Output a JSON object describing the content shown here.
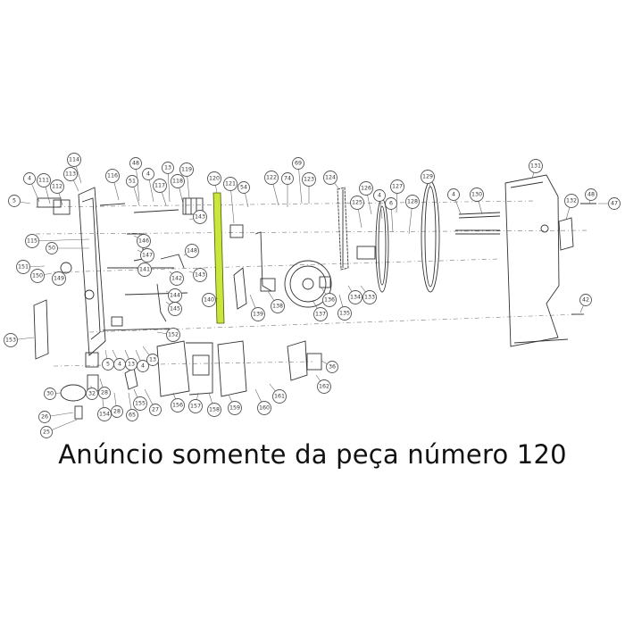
{
  "caption": "Anúncio somente da peça número 120",
  "colors": {
    "highlight": "#c8e63c",
    "ink": "#333333",
    "background": "#ffffff"
  },
  "highlighted_part": "120",
  "callouts": [
    {
      "label": "114"
    },
    {
      "label": "4"
    },
    {
      "label": "111"
    },
    {
      "label": "112"
    },
    {
      "label": "113"
    },
    {
      "label": "5"
    },
    {
      "label": "116"
    },
    {
      "label": "48"
    },
    {
      "label": "51"
    },
    {
      "label": "4"
    },
    {
      "label": "117"
    },
    {
      "label": "13"
    },
    {
      "label": "118"
    },
    {
      "label": "119"
    },
    {
      "label": "120"
    },
    {
      "label": "121"
    },
    {
      "label": "54"
    },
    {
      "label": "122"
    },
    {
      "label": "74"
    },
    {
      "label": "69"
    },
    {
      "label": "123"
    },
    {
      "label": "124"
    },
    {
      "label": "125"
    },
    {
      "label": "126"
    },
    {
      "label": "4"
    },
    {
      "label": "127"
    },
    {
      "label": "6"
    },
    {
      "label": "128"
    },
    {
      "label": "129"
    },
    {
      "label": "4"
    },
    {
      "label": "130"
    },
    {
      "label": "131"
    },
    {
      "label": "132"
    },
    {
      "label": "48"
    },
    {
      "label": "47"
    },
    {
      "label": "115"
    },
    {
      "label": "50"
    },
    {
      "label": "143"
    },
    {
      "label": "151"
    },
    {
      "label": "150"
    },
    {
      "label": "149"
    },
    {
      "label": "148"
    },
    {
      "label": "147"
    },
    {
      "label": "146"
    },
    {
      "label": "145"
    },
    {
      "label": "144"
    },
    {
      "label": "143"
    },
    {
      "label": "142"
    },
    {
      "label": "141"
    },
    {
      "label": "140"
    },
    {
      "label": "139"
    },
    {
      "label": "138"
    },
    {
      "label": "137"
    },
    {
      "label": "136"
    },
    {
      "label": "135"
    },
    {
      "label": "134"
    },
    {
      "label": "133"
    },
    {
      "label": "42"
    },
    {
      "label": "153"
    },
    {
      "label": "152"
    },
    {
      "label": "5"
    },
    {
      "label": "4"
    },
    {
      "label": "13"
    },
    {
      "label": "4"
    },
    {
      "label": "13"
    },
    {
      "label": "36"
    },
    {
      "label": "162"
    },
    {
      "label": "161"
    },
    {
      "label": "30"
    },
    {
      "label": "32"
    },
    {
      "label": "26"
    },
    {
      "label": "25"
    },
    {
      "label": "154"
    },
    {
      "label": "28"
    },
    {
      "label": "65"
    },
    {
      "label": "155"
    },
    {
      "label": "27"
    },
    {
      "label": "156"
    },
    {
      "label": "157"
    },
    {
      "label": "158"
    },
    {
      "label": "159"
    },
    {
      "label": "160"
    },
    {
      "label": "28"
    }
  ]
}
